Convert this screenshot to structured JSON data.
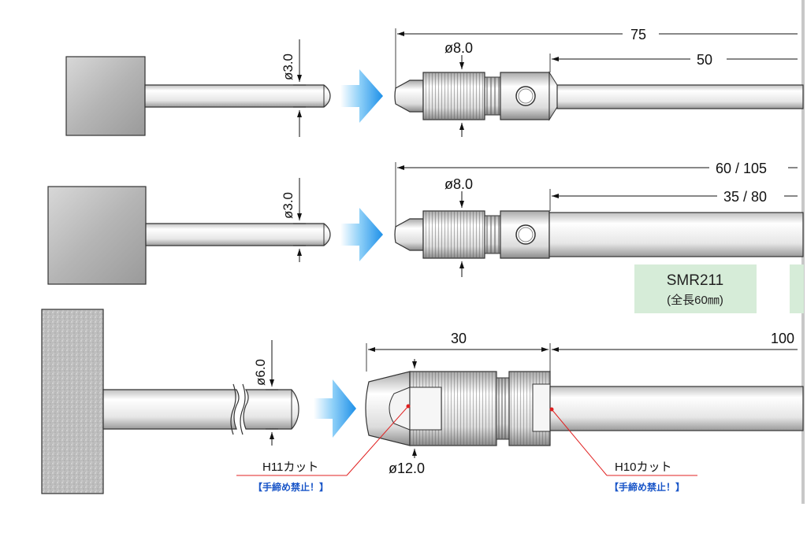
{
  "rows": [
    {
      "shank_diameter": "ø3.0",
      "collet_diameter": "ø8.0",
      "overall_length": "75",
      "shaft_length": "50"
    },
    {
      "shank_diameter": "ø3.0",
      "collet_diameter": "ø8.0",
      "overall_length": "60 / 105",
      "shaft_length": "35 / 80"
    },
    {
      "shank_diameter": "ø6.0",
      "collet_diameter": "ø12.0",
      "collet_length": "30",
      "shaft_length": "100"
    }
  ],
  "model_box": {
    "model": "SMR211",
    "spec": "(全長60㎜)",
    "color": "#d6ecd8"
  },
  "notes": {
    "left_label": "H11カット",
    "left_warning": "【手締め禁止！】",
    "right_label": "H10カット",
    "right_warning": "【手締め禁止！】",
    "leader_color": "#e02020",
    "warning_color": "#1a56c8"
  },
  "icons": [
    "arrow-right-icon",
    "arrow-right-icon",
    "arrow-right-icon"
  ],
  "colors": {
    "arrow": "#1e90e8",
    "accent_green": "#d6ecd8"
  }
}
